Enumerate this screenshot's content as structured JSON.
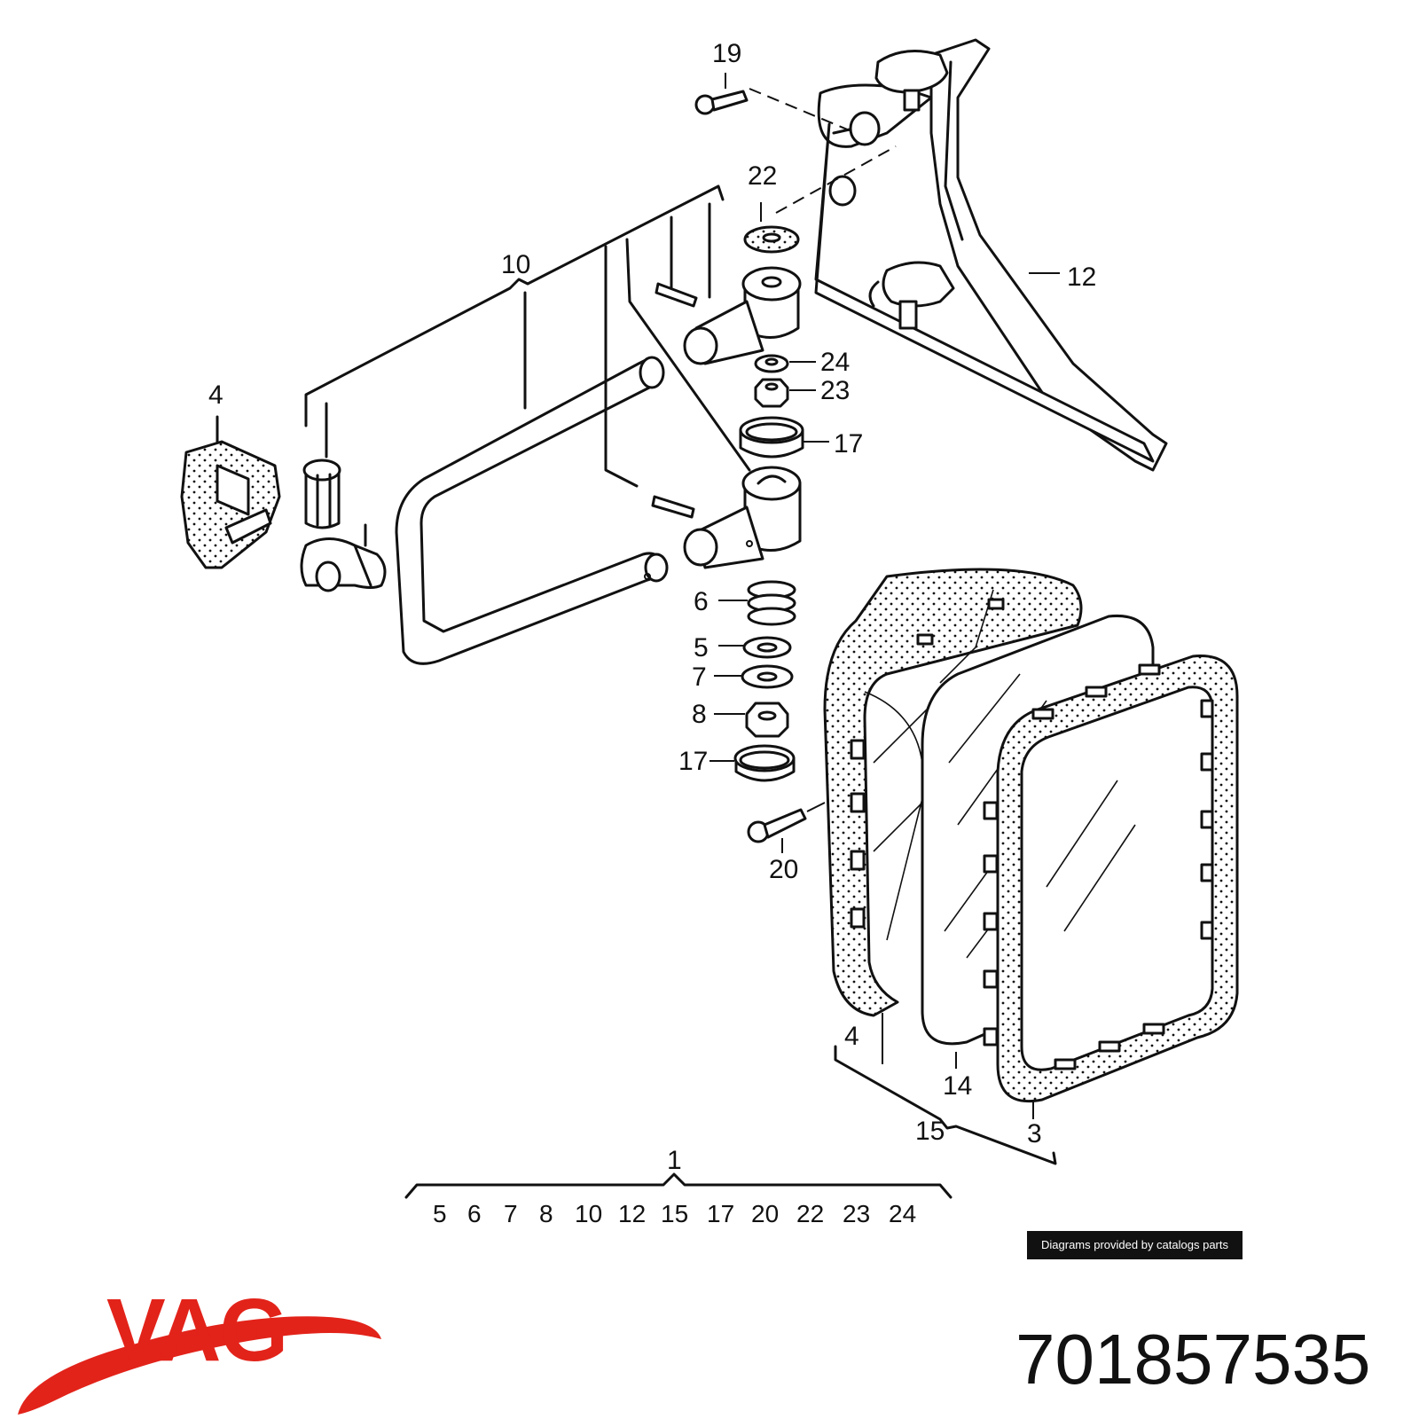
{
  "brand": {
    "name": "VAG",
    "color": "#e2231a"
  },
  "part_number": "701857535",
  "credit": "Diagrams provided by catalogs parts",
  "callouts": {
    "c19": "19",
    "c22": "22",
    "c10": "10",
    "c12": "12",
    "c24": "24",
    "c23": "23",
    "c17a": "17",
    "c4a": "4",
    "c6": "6",
    "c5": "5",
    "c7": "7",
    "c8": "8",
    "c17b": "17",
    "c20": "20",
    "c4b": "4",
    "c14": "14",
    "c15": "15",
    "c3": "3",
    "c1": "1"
  },
  "assembly_1_parts": [
    "5",
    "6",
    "7",
    "8",
    "10",
    "12",
    "15",
    "17",
    "20",
    "22",
    "23",
    "24"
  ]
}
